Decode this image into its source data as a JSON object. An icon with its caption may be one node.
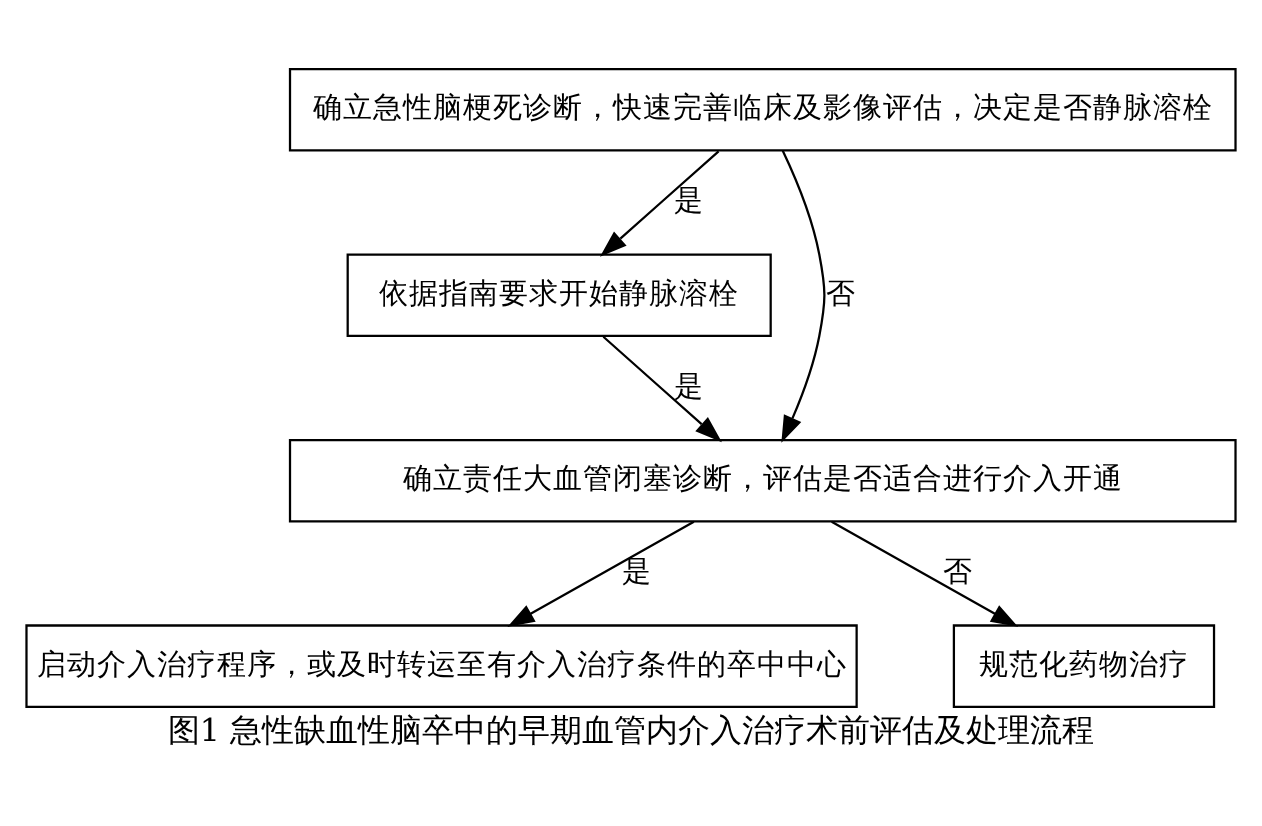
{
  "diagram": {
    "caption": "图1 急性缺血性脑卒中的早期血管内介入治疗术前评估及处理流程",
    "nodes": [
      {
        "text": [
          "确立急性脑梗死诊断，快速完善临床及影像评估，决定是否静脉溶栓"
        ]
      },
      {
        "text": [
          "依据指南要求开始静脉溶栓"
        ]
      },
      {
        "text": [
          "确立责任大血管闭塞诊断，评估是否适合进行介入开通"
        ]
      },
      {
        "text": [
          "启动介入治疗程序，或及时转运至有介入治疗条件的卒中中心"
        ]
      },
      {
        "text": [
          "规范化药物治疗"
        ]
      }
    ],
    "edges": [
      {
        "from": 0,
        "to": 1,
        "arrow": "to",
        "label": "是"
      },
      {
        "from": 0,
        "to": 2,
        "arrow": "to",
        "label": "否"
      },
      {
        "from": 1,
        "to": 2,
        "arrow": "to",
        "label": "是"
      },
      {
        "from": 2,
        "to": 3,
        "arrow": "to",
        "label": "是"
      },
      {
        "from": 2,
        "to": 4,
        "arrow": "to",
        "label": "否"
      }
    ]
  }
}
